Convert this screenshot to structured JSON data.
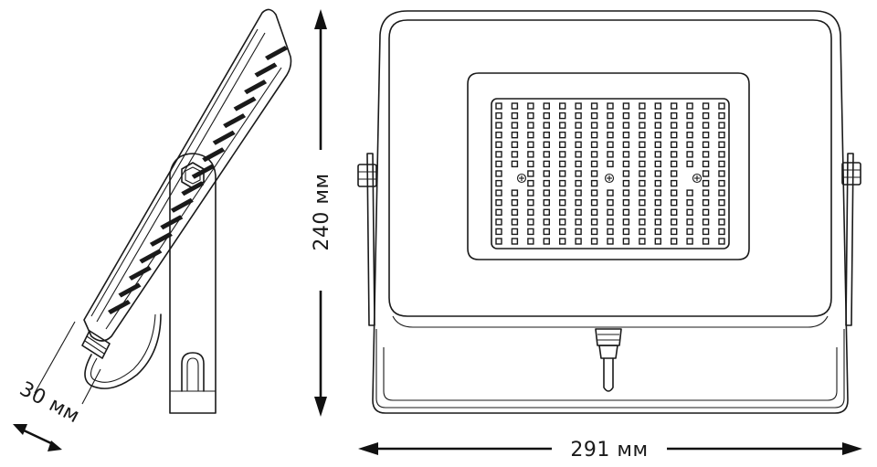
{
  "dimensions": {
    "depth_label": "30 мм",
    "height_label": "240 мм",
    "width_label": "291 мм"
  },
  "led_matrix": {
    "columns": 15,
    "rows": 15
  },
  "colors": {
    "stroke": "#1a1a1a",
    "background": "#ffffff"
  }
}
